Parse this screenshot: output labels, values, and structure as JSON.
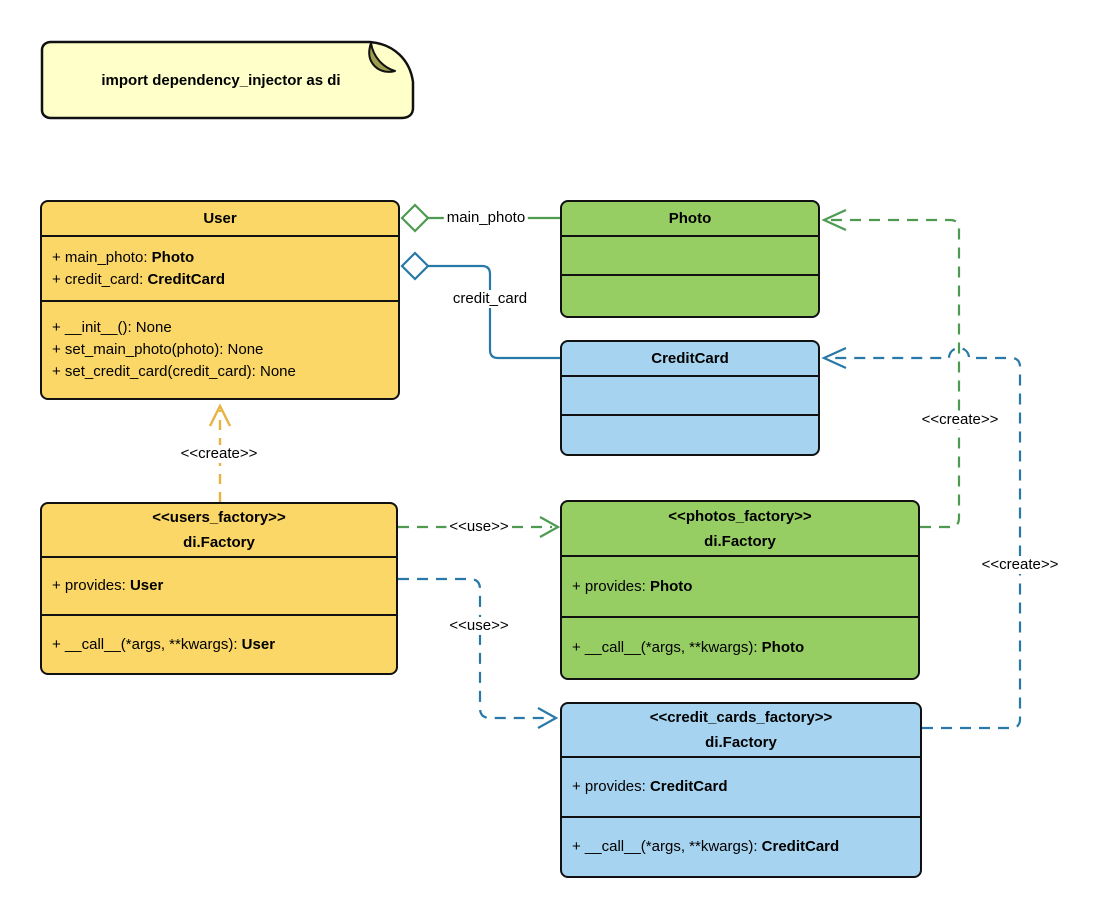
{
  "note": {
    "text": "import dependency_injector as di"
  },
  "colors": {
    "class_fill_yellow": "#FBD767",
    "class_fill_green": "#97CE64",
    "class_fill_blue": "#A6D4F0",
    "note_fill": "#FFFFC9",
    "edge_green": "#4E9A50",
    "edge_blue": "#2878A8",
    "edge_orange": "#E8B340",
    "shape_border": "#111111"
  },
  "classes": {
    "user": {
      "title": "User",
      "attr1_text": "+ main_photo: ",
      "attr1_type": "Photo",
      "attr2_text": "+ credit_card: ",
      "attr2_type": "CreditCard",
      "method1": "+ __init__(): None",
      "method2": "+ set_main_photo(photo): None",
      "method3": "+ set_credit_card(credit_card): None"
    },
    "photo": {
      "title": "Photo"
    },
    "credit_card": {
      "title": "CreditCard"
    },
    "users_factory": {
      "stereotype": "<<users_factory>>",
      "title": "di.Factory",
      "attr_text": "+ provides: ",
      "attr_type": "User",
      "method_text": "+ __call__(*args, **kwargs): ",
      "method_type": "User"
    },
    "photos_factory": {
      "stereotype": "<<photos_factory>>",
      "title": "di.Factory",
      "attr_text": "+ provides: ",
      "attr_type": "Photo",
      "method_text": "+ __call__(*args, **kwargs): ",
      "method_type": "Photo"
    },
    "credit_cards_factory": {
      "stereotype": "<<credit_cards_factory>>",
      "title": "di.Factory",
      "attr_text": "+ provides: ",
      "attr_type": "CreditCard",
      "method_text": "+ __call__(*args, **kwargs): ",
      "method_type": "CreditCard"
    }
  },
  "edge_labels": {
    "main_photo": "main_photo",
    "credit_card": "credit_card",
    "use_photos": "<<use>>",
    "use_credit_cards": "<<use>>",
    "create_user": "<<create>>",
    "create_photo": "<<create>>",
    "create_credit_card": "<<create>>"
  }
}
